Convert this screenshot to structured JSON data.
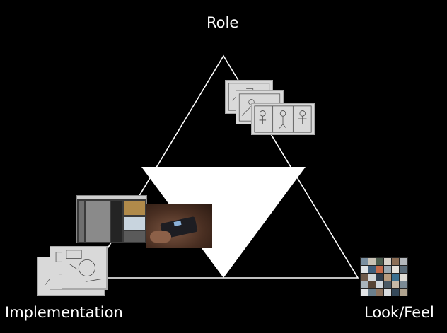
{
  "labels": {
    "top": "Role",
    "bottom_left": "Implementation",
    "bottom_right": "Look/Feel"
  },
  "colors": {
    "background": "#000000",
    "lines": "#ffffff",
    "inner_triangle": "#ffffff",
    "text": "#ffffff"
  },
  "images": {
    "role": "storyboard-sketch-stack",
    "implementation_sketches": "hand-drawn-sketch-stack",
    "implementation_screen": "software-screenshot",
    "implementation_device": "hand-holding-circuit-board-photo",
    "look_feel": "photo-collage-grid"
  }
}
